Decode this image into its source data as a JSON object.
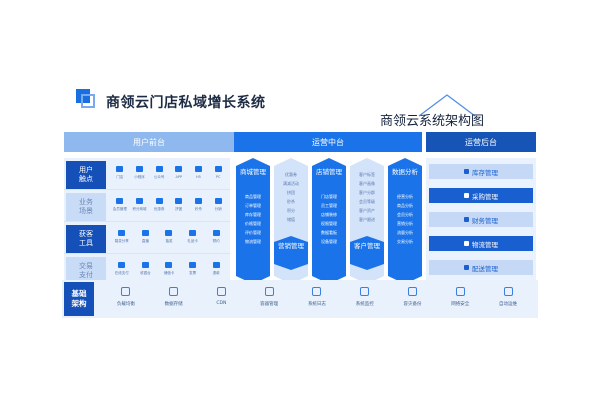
{
  "header": {
    "title": "商领云门店私域增长系统",
    "subtitle": "商领云系统架构图"
  },
  "bars": {
    "front": "用户前台",
    "middle": "运营中台",
    "back": "运营后台"
  },
  "front_rows": [
    {
      "label": "用户触点",
      "style": "dark",
      "icons": [
        {
          "name": "store-icon",
          "caption": "门店"
        },
        {
          "name": "miniapp-icon",
          "caption": "小程序"
        },
        {
          "name": "wechat-icon",
          "caption": "公众号"
        },
        {
          "name": "app-icon",
          "caption": "APP"
        },
        {
          "name": "web-icon",
          "caption": "H5"
        },
        {
          "name": "pc-icon",
          "caption": "PC"
        }
      ]
    },
    {
      "label": "业务场景",
      "style": "light",
      "icons": [
        {
          "name": "member-icon",
          "caption": "会员管理"
        },
        {
          "name": "points-icon",
          "caption": "积分商城"
        },
        {
          "name": "coupon-icon",
          "caption": "优惠券"
        },
        {
          "name": "group-icon",
          "caption": "拼团"
        },
        {
          "name": "seckill-icon",
          "caption": "秒杀"
        },
        {
          "name": "distribute-icon",
          "caption": "分销"
        }
      ]
    },
    {
      "label": "获客工具",
      "style": "dark",
      "icons": [
        {
          "name": "share-icon",
          "caption": "裂变分享"
        },
        {
          "name": "live-icon",
          "caption": "直播"
        },
        {
          "name": "lottery-icon",
          "caption": "抽奖"
        },
        {
          "name": "gift-icon",
          "caption": "礼品卡"
        },
        {
          "name": "reserve-icon",
          "caption": "预约"
        }
      ]
    },
    {
      "label": "交易支付",
      "style": "light",
      "icons": [
        {
          "name": "pay-icon",
          "caption": "在线支付"
        },
        {
          "name": "cashier-icon",
          "caption": "收银台"
        },
        {
          "name": "wallet-icon",
          "caption": "储值卡"
        },
        {
          "name": "invoice-icon",
          "caption": "发票"
        },
        {
          "name": "refund-icon",
          "caption": "退款"
        }
      ]
    }
  ],
  "middle_columns": [
    {
      "head": "商城管理",
      "style": "dark",
      "items": [
        "商品管理",
        "订单管理",
        "库存管理",
        "价格管理",
        "评价管理",
        "物流管理"
      ]
    },
    {
      "head": "营销管理",
      "style": "light",
      "items": [
        "优惠券",
        "满减活动",
        "拼团",
        "秒杀",
        "积分",
        "储值"
      ]
    },
    {
      "head": "店铺管理",
      "style": "dark",
      "items": [
        "门店管理",
        "员工管理",
        "店铺装修",
        "权限管理",
        "数据看板",
        "设备管理"
      ]
    },
    {
      "head": "客户管理",
      "style": "light",
      "items": [
        "客户标签",
        "客户画像",
        "客户分群",
        "会员等级",
        "客户资产",
        "客户跟进"
      ]
    },
    {
      "head": "数据分析",
      "style": "dark",
      "items": [
        "经营分析",
        "商品分析",
        "会员分析",
        "营销分析",
        "流量分析",
        "交易分析"
      ]
    }
  ],
  "back_items": [
    {
      "label": "库存管理",
      "style": "light"
    },
    {
      "label": "采购管理",
      "style": "dark"
    },
    {
      "label": "财务管理",
      "style": "light"
    },
    {
      "label": "物流管理",
      "style": "dark"
    },
    {
      "label": "配送管理",
      "style": "light"
    }
  ],
  "infra": {
    "label": "基础架构",
    "items": [
      {
        "name": "load-balance-icon",
        "caption": "负载均衡"
      },
      {
        "name": "storage-icon",
        "caption": "数据存储"
      },
      {
        "name": "cdn-icon",
        "caption": "CDN"
      },
      {
        "name": "mail-icon",
        "caption": "容器管理"
      },
      {
        "name": "log-icon",
        "caption": "系统日志"
      },
      {
        "name": "monitor-icon",
        "caption": "系统监控"
      },
      {
        "name": "backup-icon",
        "caption": "容灾备份"
      },
      {
        "name": "security-icon",
        "caption": "网络安全"
      },
      {
        "name": "ops-icon",
        "caption": "自动运维"
      }
    ]
  },
  "colors": {
    "primary": "#1a73e8",
    "dark": "#1550b8",
    "light": "#8fb8ee",
    "panel": "#e9f1fd"
  }
}
